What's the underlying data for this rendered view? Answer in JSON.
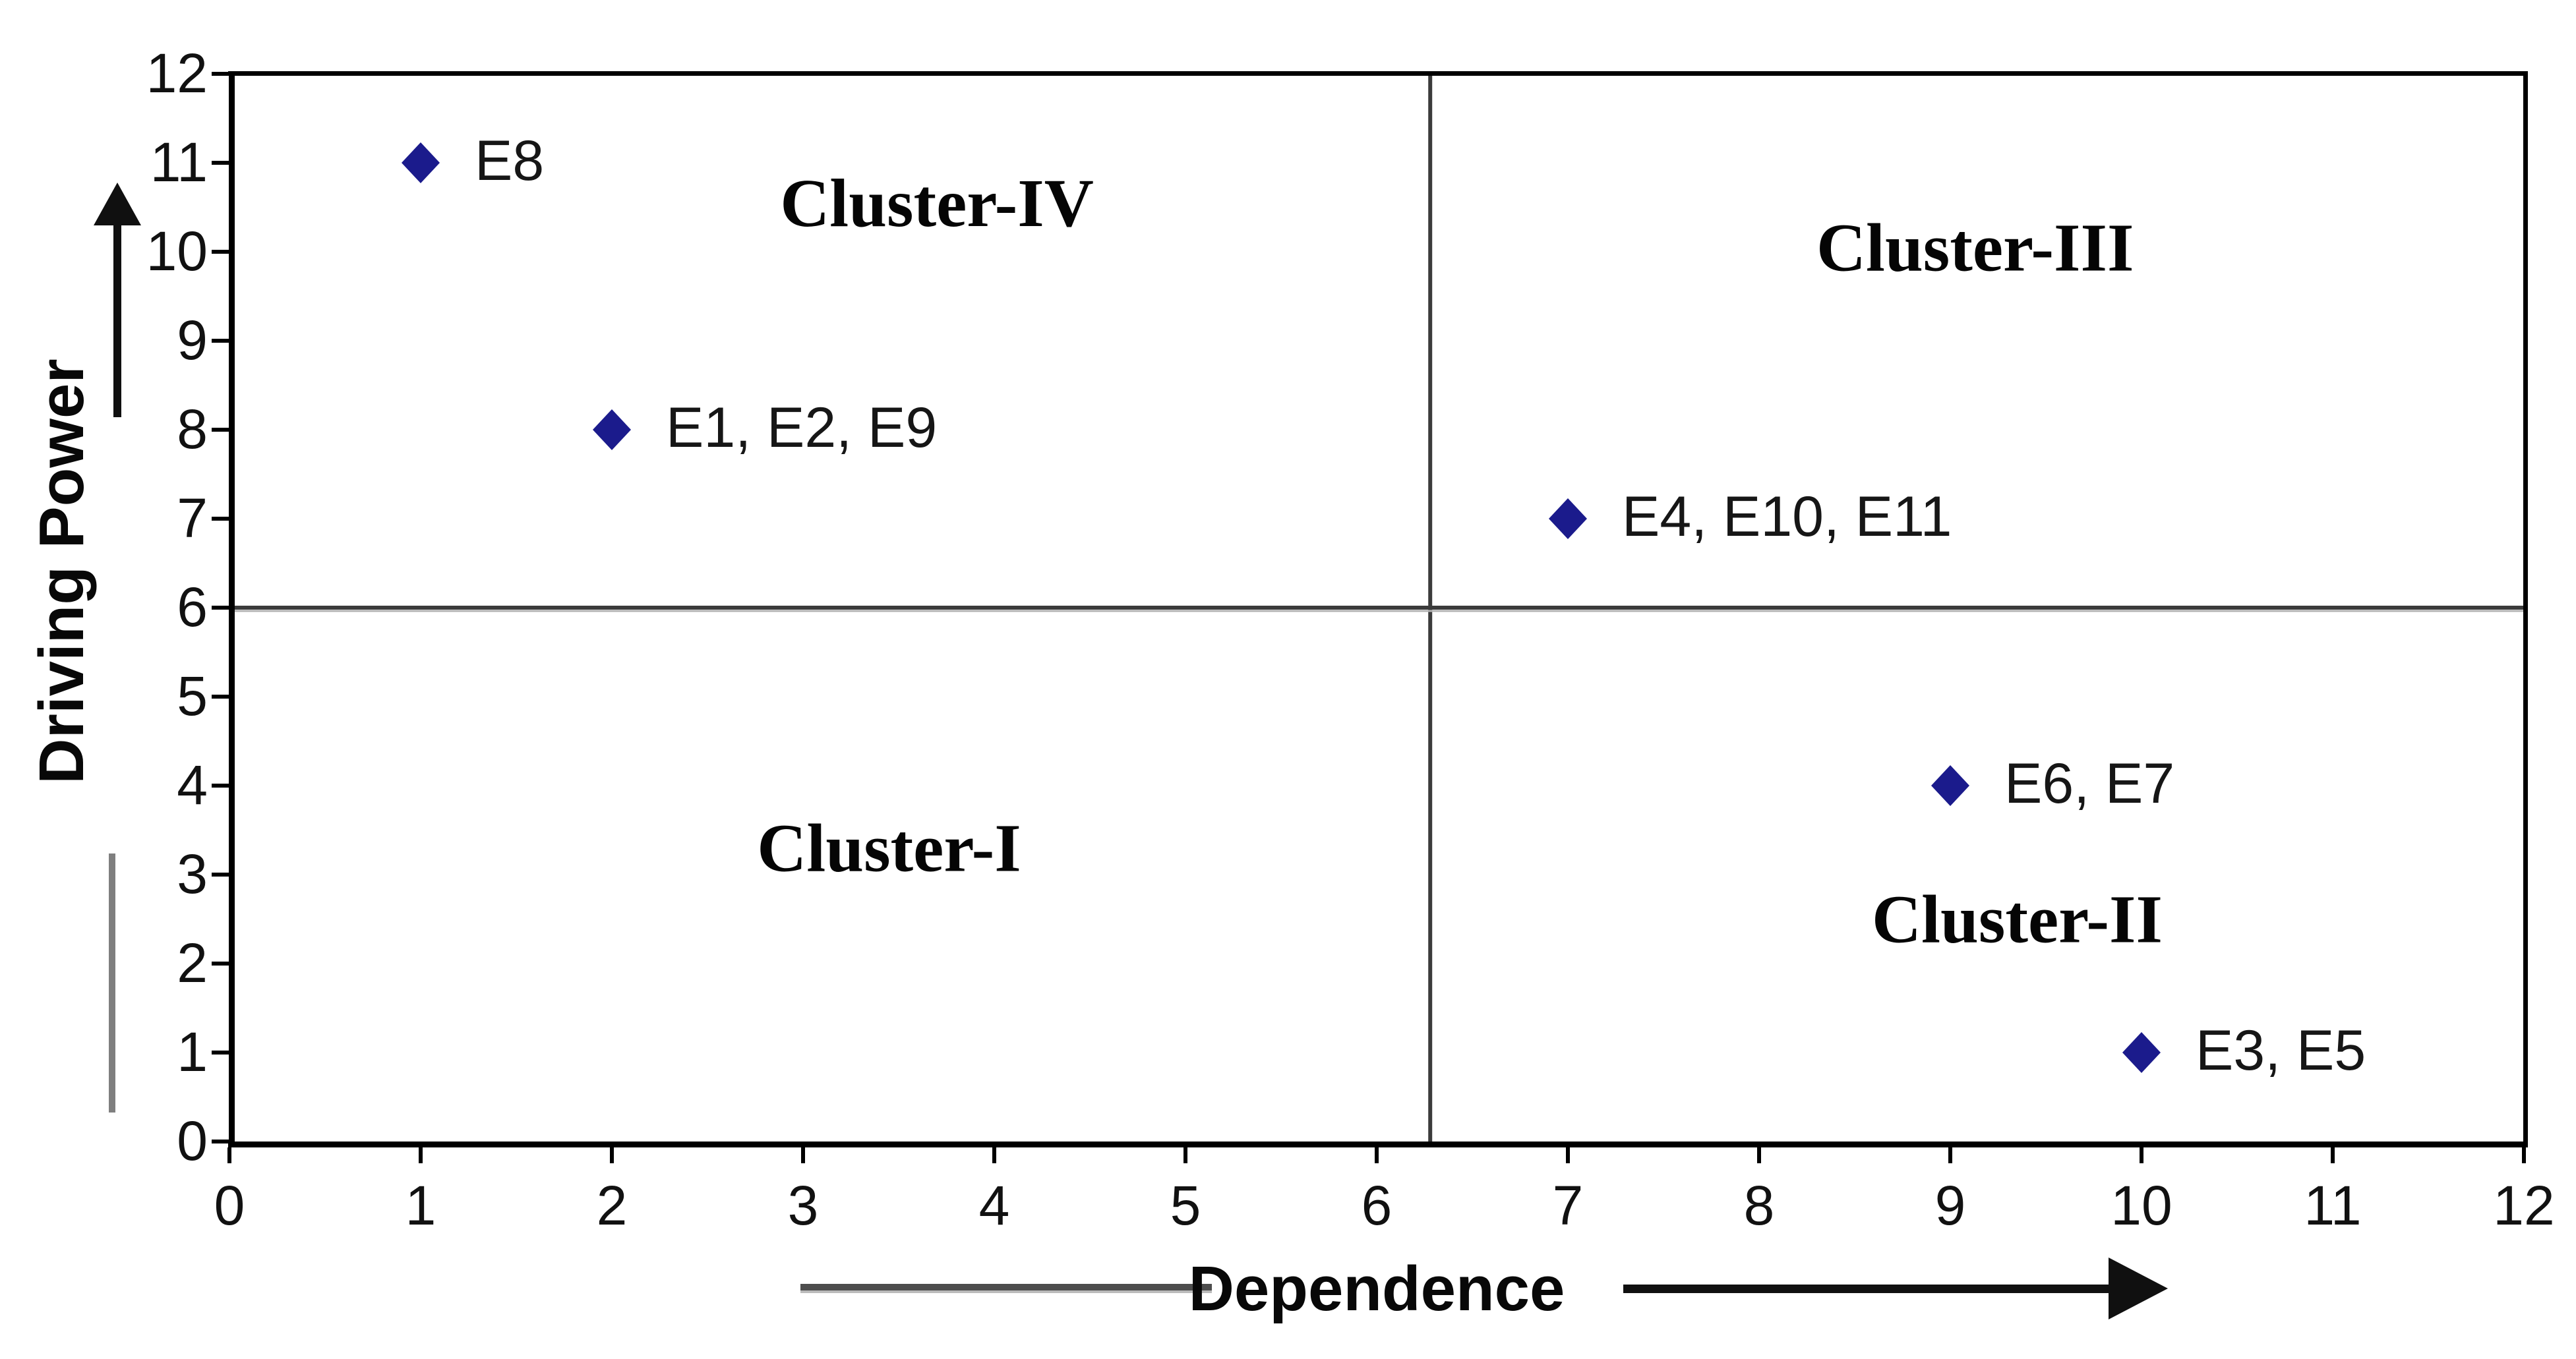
{
  "chart_data": {
    "type": "scatter",
    "title": "",
    "xlabel": "Dependence",
    "ylabel": "Driving Power",
    "xlim": [
      0,
      12
    ],
    "ylim": [
      0,
      12
    ],
    "x_ticks": [
      0,
      1,
      2,
      3,
      4,
      5,
      6,
      7,
      8,
      9,
      10,
      11,
      12
    ],
    "y_ticks": [
      0,
      1,
      2,
      3,
      4,
      5,
      6,
      7,
      8,
      9,
      10,
      11,
      12
    ],
    "grid": false,
    "legend": false,
    "points": [
      {
        "x": 1,
        "y": 11,
        "label": "E8"
      },
      {
        "x": 2,
        "y": 8,
        "label": "E1, E2, E9"
      },
      {
        "x": 7,
        "y": 7,
        "label": "E4, E10, E11"
      },
      {
        "x": 9,
        "y": 4,
        "label": "E6, E7"
      },
      {
        "x": 10,
        "y": 1,
        "label": "E3, E5"
      }
    ],
    "quadrant_labels": [
      {
        "text": "Cluster-IV",
        "x": 3.7,
        "y": 10.55
      },
      {
        "text": "Cluster-III",
        "x": 9.13,
        "y": 10.05
      },
      {
        "text": "Cluster-I",
        "x": 3.45,
        "y": 3.3
      },
      {
        "text": "Cluster-II",
        "x": 9.35,
        "y": 2.5
      }
    ],
    "dividers": {
      "vertical_x": 6.28,
      "horizontal_y": 6
    },
    "marker": {
      "shape": "diamond",
      "color": "#1b1b8c",
      "width": 58,
      "height": 62
    },
    "colors": {
      "axis": "#000000",
      "divider": "#3b3b3b",
      "divider_shadow": "#b3b3b3",
      "arrow_black": "#101010",
      "arrow_gray": "#4d4d4d",
      "arrow_gray_light": "#bbbbbb",
      "y_lower_segment": "#7f7f7f",
      "text": "#111111",
      "background": "#ffffff"
    }
  }
}
